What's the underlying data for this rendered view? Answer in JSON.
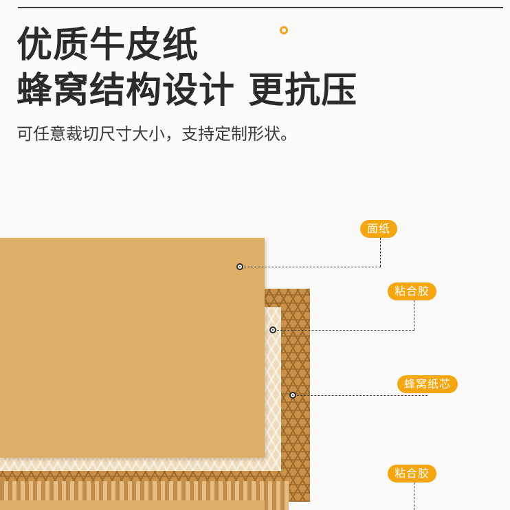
{
  "heading": {
    "line1": "优质牛皮纸",
    "line2": "蜂窝结构设计 更抗压"
  },
  "subheading": "可任意裁切尺寸大小，支持定制形状。",
  "callouts": [
    {
      "label": "面纸"
    },
    {
      "label": "粘合胶"
    },
    {
      "label": "蜂窝纸芯"
    },
    {
      "label": "粘合胶"
    }
  ],
  "colors": {
    "accent": "#f5a50f",
    "face_paper": "#dcae68",
    "honeycomb_core": "#c9914a",
    "glue_layer": "#efdcbd",
    "text": "#2b2b2b"
  },
  "icons": {
    "accent": "ring-icon",
    "callout_marker": "dot-marker-icon"
  }
}
